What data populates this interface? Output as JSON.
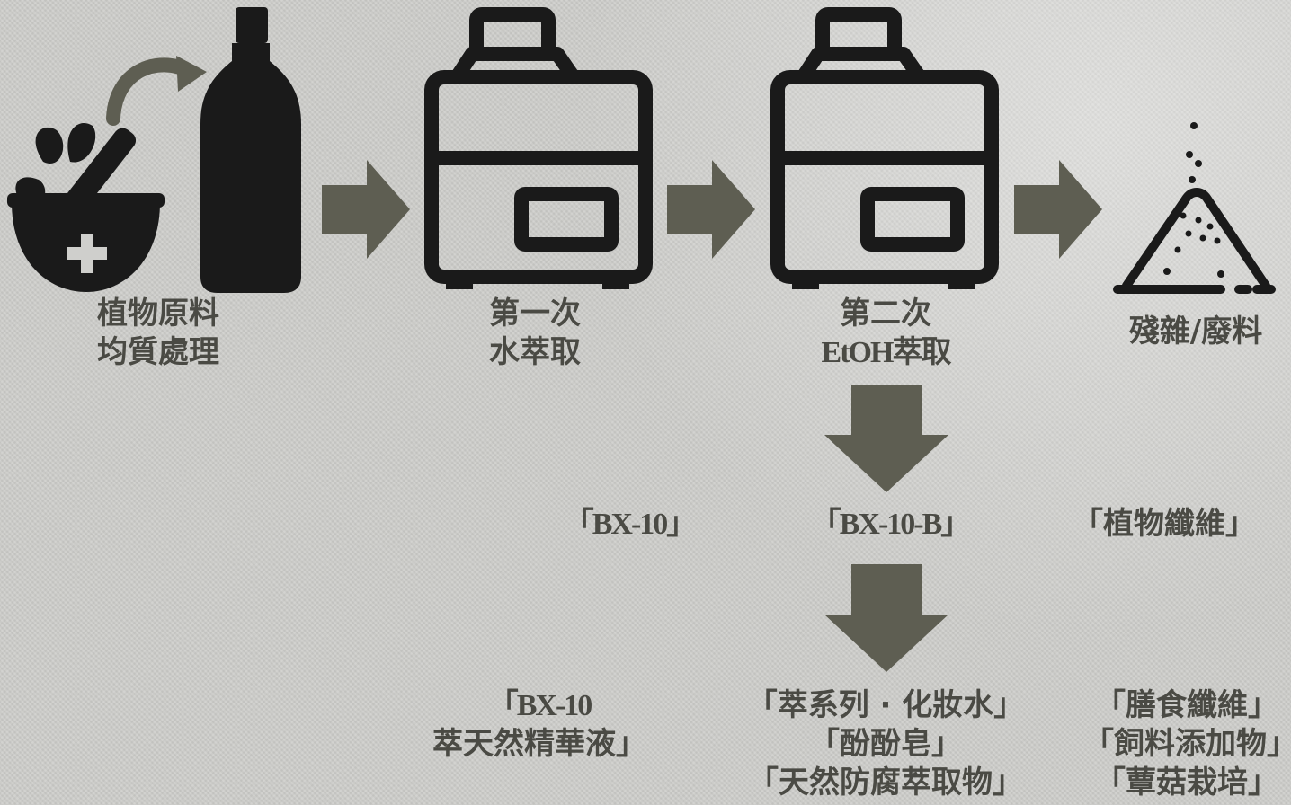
{
  "colors": {
    "icon": "#1a1a1a",
    "arrow": "#5e5e52",
    "text": "#4a4a44"
  },
  "icons": {
    "mortar": "mortar-pestle-icon",
    "bottle": "bottle-icon",
    "extractor1": "extraction-machine-icon",
    "extractor2": "extraction-machine-icon",
    "waste": "waste-pile-icon"
  },
  "steps": {
    "raw": {
      "line1": "植物原料",
      "line2": "均質處理"
    },
    "first": {
      "line1": "第一次",
      "line2": "水萃取"
    },
    "second": {
      "line1": "第二次",
      "line2": "EtOH萃取"
    },
    "residue": {
      "line1": "殘雜/廢料"
    }
  },
  "products": {
    "bx10": "「BX-10」",
    "bx10b": "「BX-10-B」",
    "fiber": "「植物纖維」"
  },
  "applications": {
    "bx10": {
      "line1": "「BX-10",
      "line2": "萃天然精華液」"
    },
    "bx10b": {
      "line1": "「萃系列 · 化妝水」",
      "line2": "「酚酚皂」",
      "line3": "「天然防腐萃取物」"
    },
    "fiber": {
      "line1": "「膳食纖維」",
      "line2": "「飼料添加物」",
      "line3": "「蕈菇栽培」"
    }
  }
}
